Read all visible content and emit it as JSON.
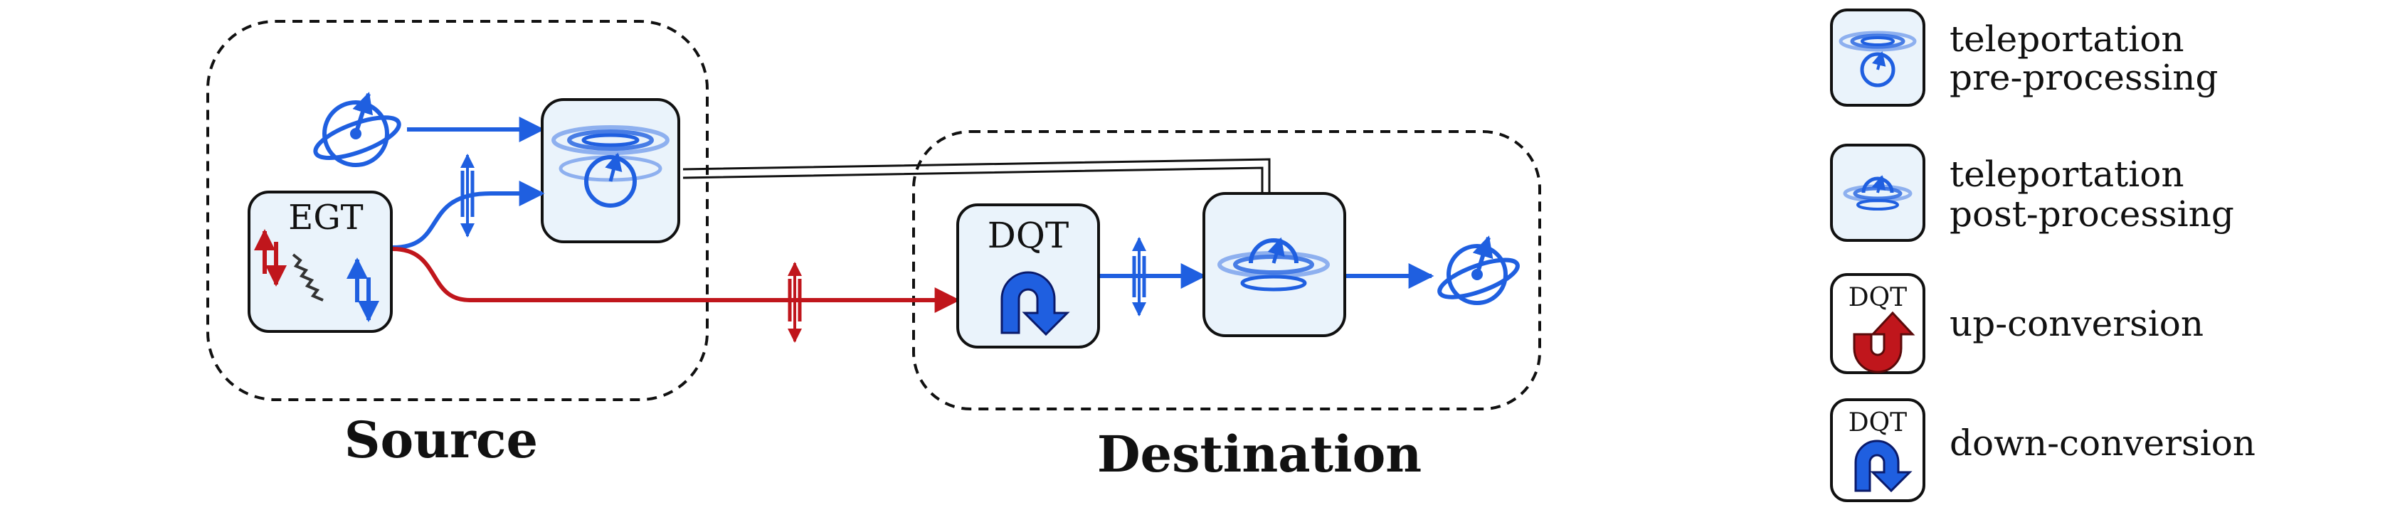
{
  "groups": {
    "source_label": "Source",
    "destination_label": "Destination"
  },
  "nodes": {
    "egt_label": "EGT",
    "dqt_label": "DQT"
  },
  "legend": {
    "items": [
      {
        "icon": "teleportation-pre-processing-icon",
        "line1": "teleportation",
        "line2": "pre-processing"
      },
      {
        "icon": "teleportation-post-processing-icon",
        "line1": "teleportation",
        "line2": "post-processing"
      },
      {
        "icon": "up-conversion-icon",
        "box_label": "DQT",
        "line1": "up-conversion"
      },
      {
        "icon": "down-conversion-icon",
        "box_label": "DQT",
        "line1": "down-conversion"
      }
    ]
  },
  "colors": {
    "blue": "#1f5fe0",
    "red": "#c0161c",
    "box_fill": "#eaf3fb",
    "stroke": "#1a1a1a"
  }
}
